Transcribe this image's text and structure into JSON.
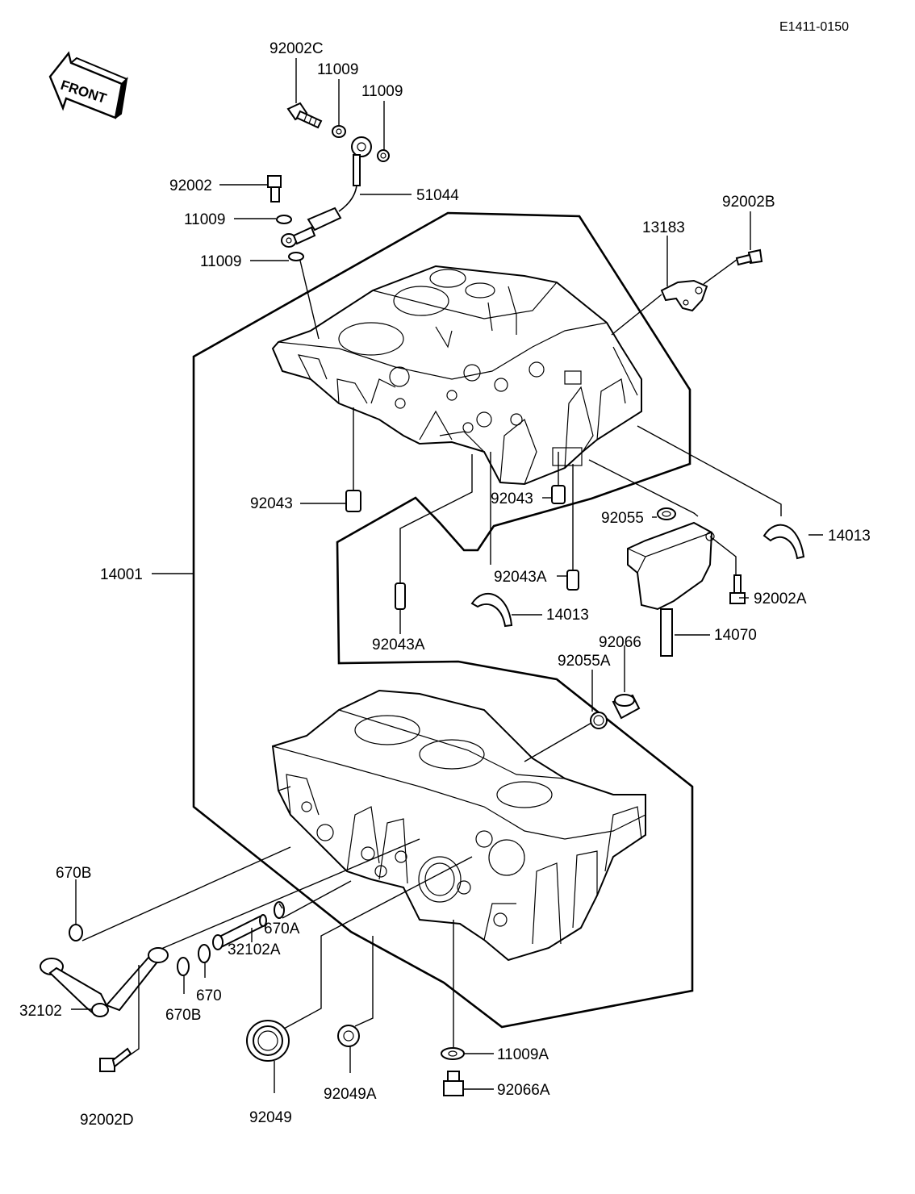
{
  "diagram_code": "E1411-0150",
  "front_label": "FRONT",
  "labels": {
    "p92002C": "92002C",
    "p11009_a": "11009",
    "p11009_b": "11009",
    "p92002": "92002",
    "p51044": "51044",
    "p11009_c": "11009",
    "p11009_d": "11009",
    "p92002B": "92002B",
    "p13183": "13183",
    "p92043_left": "92043",
    "p92043_mid": "92043",
    "p92055": "92055",
    "p14013_right": "14013",
    "p14001": "14001",
    "p92043A_mid": "92043A",
    "p92002A": "92002A",
    "p14013_mid": "14013",
    "p92043A_left": "92043A",
    "p14070": "14070",
    "p92066": "92066",
    "p92055A": "92055A",
    "p670B_top": "670B",
    "p670A": "670A",
    "p32102A": "32102A",
    "p670": "670",
    "p32102": "32102",
    "p670B_bottom": "670B",
    "p11009A": "11009A",
    "p92066A": "92066A",
    "p92049A": "92049A",
    "p92049": "92049",
    "p92002D": "92002D"
  }
}
